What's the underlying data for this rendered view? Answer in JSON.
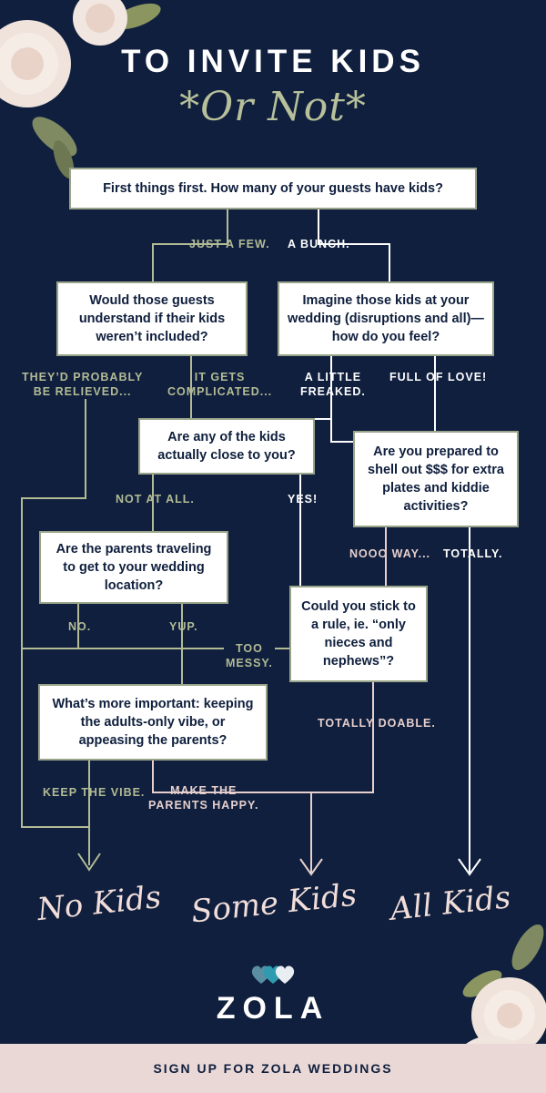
{
  "header": {
    "title": "TO INVITE KIDS",
    "subtitle": "*Or Not*"
  },
  "nodes": {
    "q1": "First things first. How many of your guests have kids?",
    "q_understand": "Would those guests understand if their kids weren’t included?",
    "q_imagine": "Imagine those kids at your wedding (disruptions and all)—how do you feel?",
    "q_close": "Are any of the kids actually close to you?",
    "q_prepared": "Are you prepared to shell out $$$ for extra plates and kiddie activities?",
    "q_traveling": "Are the parents traveling to get to your wedding location?",
    "q_rule": "Could you stick to a rule, ie. “only nieces and nephews”?",
    "q_important": "What’s more important: keeping the adults-only vibe, or appeasing the parents?"
  },
  "edges": {
    "just_a_few": "JUST A FEW.",
    "a_bunch": "A BUNCH.",
    "relieved": "THEY’D PROBABLY\nBE RELIEVED...",
    "complicated": "IT GETS\nCOMPLICATED...",
    "freaked": "A LITTLE\nFREAKED.",
    "full_of_love": "FULL OF LOVE!",
    "not_at_all": "NOT AT ALL.",
    "yes": "YES!",
    "nooo_way": "NOOO WAY...",
    "totally": "TOTALLY.",
    "no": "NO.",
    "yup": "YUP.",
    "too_messy": "TOO\nMESSY.",
    "totally_doable": "TOTALLY DOABLE.",
    "keep_the_vibe": "KEEP THE VIBE.",
    "make_parents_happy": "MAKE THE\nPARENTS HAPPY."
  },
  "outcomes": {
    "no_kids": "No Kids",
    "some_kids": "Some Kids",
    "all_kids": "All Kids"
  },
  "brand": {
    "logo_text": "ZOLA"
  },
  "footer": {
    "cta": "SIGN UP FOR ZOLA WEDDINGS"
  },
  "colors": {
    "background": "#0f1f3d",
    "box_border": "#9aa48a",
    "label_green": "#b3bb95",
    "label_pink": "#e6cfcd",
    "footer_bg": "#ead8d6"
  }
}
